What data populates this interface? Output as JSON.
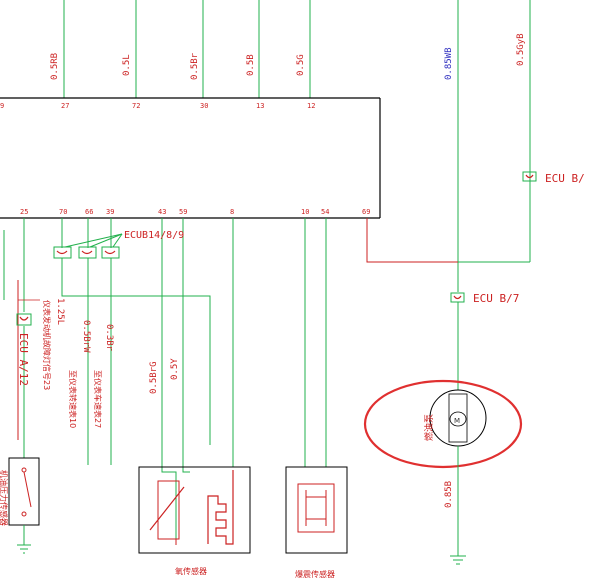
{
  "wires_top": {
    "w27": "0.5RB",
    "w72": "0.5L",
    "w30": "0.5Br",
    "w13": "0.5B",
    "w12": "0.5G",
    "fuel_pump_feed": "0.85WB",
    "right_feed": "0.5GyB"
  },
  "pins_top": [
    "9",
    "27",
    "72",
    "30",
    "13",
    "12"
  ],
  "pins_bottom": [
    "25",
    "70",
    "66",
    "39",
    "43",
    "59",
    "8",
    "10",
    "54",
    "69"
  ],
  "connectors": {
    "ecu_b_right": "ECU B/",
    "ecu_b7": "ECU B/7",
    "ecub_group": "ECUB14/8/9",
    "ecu_a12": "ECU A/12"
  },
  "left_labels": {
    "engine_fault_lamp": "仪表发动机故障灯信号23",
    "engine_fault_wire": "1.25L",
    "tach": "至仪表转速表10",
    "tach_wire": "0.5BrW",
    "speedo": "至仪表车速表27",
    "speedo_wire": "0.3Br",
    "far_left_sensor": "机油压力传感器"
  },
  "middle_wires": {
    "w43": "0.5BrG",
    "w59": "0.5Y"
  },
  "components": {
    "oxygen_sensor": "氧传感器",
    "knock_sensor": "爆震传感器",
    "fuel_pump": "燃油泵",
    "motor_symbol": "M",
    "fuel_pump_ground_wire": "0.85B"
  },
  "colors": {
    "wire_green": "#22b14c",
    "line_red": "#cc2222",
    "highlight_red": "#e03030",
    "label_blue": "#3030c0",
    "outline_black": "#000000"
  }
}
